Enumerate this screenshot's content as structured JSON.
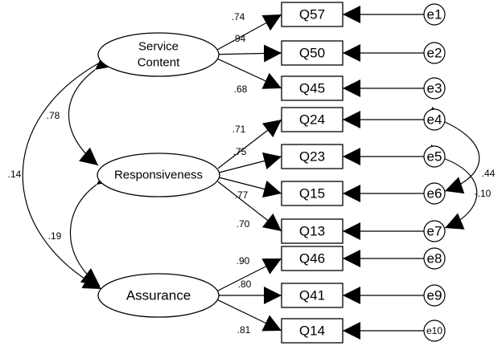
{
  "factors": [
    {
      "id": "service",
      "lines": [
        "Service",
        "Content"
      ]
    },
    {
      "id": "responsiveness",
      "lines": [
        "Responsiveness"
      ]
    },
    {
      "id": "assurance",
      "lines": [
        "Assurance"
      ]
    }
  ],
  "indicators": [
    {
      "id": "Q57",
      "label": "Q57",
      "error": "e1",
      "factor": "service",
      "loading": ".74"
    },
    {
      "id": "Q50",
      "label": "Q50",
      "error": "e2",
      "factor": "service",
      "loading": ".94"
    },
    {
      "id": "Q45",
      "label": "Q45",
      "error": "e3",
      "factor": "service",
      "loading": ".68"
    },
    {
      "id": "Q24",
      "label": "Q24",
      "error": "e4",
      "factor": "responsiveness",
      "loading": ".71"
    },
    {
      "id": "Q23",
      "label": "Q23",
      "error": "e5",
      "factor": "responsiveness",
      "loading": ".75"
    },
    {
      "id": "Q15",
      "label": "Q15",
      "error": "e6",
      "factor": "responsiveness",
      "loading": ".77"
    },
    {
      "id": "Q13",
      "label": "Q13",
      "error": "e7",
      "factor": "responsiveness",
      "loading": ".70"
    },
    {
      "id": "Q46",
      "label": "Q46",
      "error": "e8",
      "factor": "assurance",
      "loading": ".90"
    },
    {
      "id": "Q41",
      "label": "Q41",
      "error": "e9",
      "factor": "assurance",
      "loading": ".80"
    },
    {
      "id": "Q14",
      "label": "Q14",
      "error": "e10",
      "factor": "assurance",
      "loading": ".81"
    }
  ],
  "factor_correlations": [
    {
      "from": "service",
      "to": "responsiveness",
      "value": ".78"
    },
    {
      "from": "responsiveness",
      "to": "assurance",
      "value": ".19"
    },
    {
      "from": "service",
      "to": "assurance",
      "value": ".14"
    }
  ],
  "error_correlations": [
    {
      "from": "e4",
      "to": "e6",
      "value": ".44"
    },
    {
      "from": "e5",
      "to": "e7",
      "value": "-.10"
    }
  ],
  "colors": {
    "stroke": "#000000",
    "background": "#ffffff"
  }
}
